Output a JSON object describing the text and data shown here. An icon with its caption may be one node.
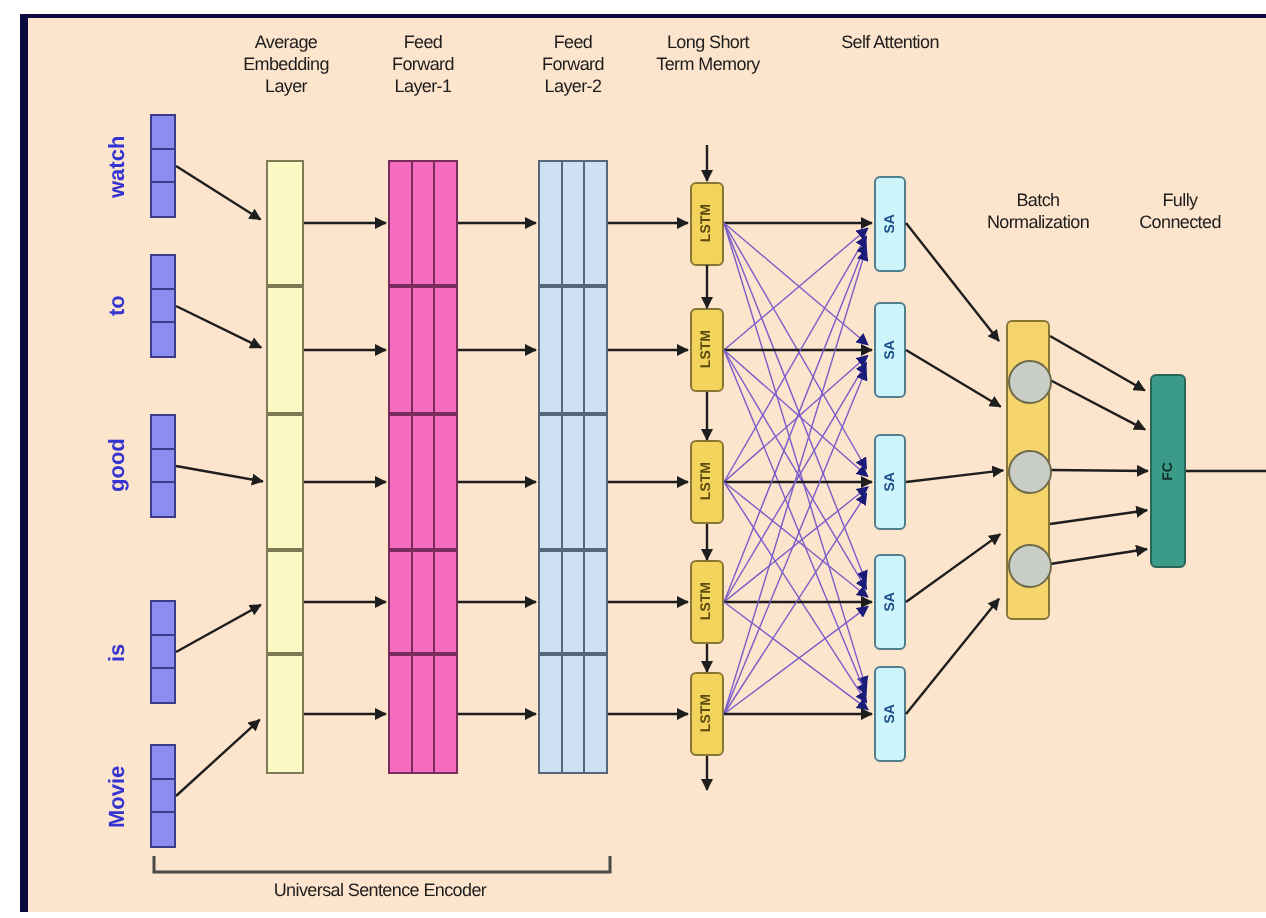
{
  "diagram": {
    "nodes": [
      {
        "text": [
          "watch"
        ]
      },
      {
        "text": [
          "to"
        ]
      },
      {
        "text": [
          "good"
        ]
      },
      {
        "text": [
          "is"
        ]
      },
      {
        "text": [
          "Movie"
        ]
      },
      {
        "text": [
          "Average Embedding Layer"
        ]
      },
      {
        "text": [],
        "shape": "box",
        "in": 5
      },
      {
        "text": [],
        "shape": "box",
        "in": 5
      },
      {
        "text": [],
        "shape": "box",
        "in": 5
      },
      {
        "text": [],
        "shape": "box",
        "in": 5
      },
      {
        "text": [],
        "shape": "box",
        "in": 5
      },
      {
        "text": [
          "Feed Forward Layer-1"
        ]
      },
      {
        "text": [],
        "shape": "box",
        "in": 11
      },
      {
        "text": [],
        "shape": "box",
        "in": 11
      },
      {
        "text": [],
        "shape": "box",
        "in": 11
      },
      {
        "text": [],
        "shape": "box",
        "in": 11
      },
      {
        "text": [],
        "shape": "box",
        "in": 11
      },
      {
        "text": [
          "Feed Forward Layer-2"
        ]
      },
      {
        "text": [],
        "shape": "box",
        "in": 17
      },
      {
        "text": [],
        "shape": "box",
        "in": 17
      },
      {
        "text": [],
        "shape": "box",
        "in": 17
      },
      {
        "text": [],
        "shape": "box",
        "in": 17
      },
      {
        "text": [],
        "shape": "box",
        "in": 17
      },
      {
        "text": [
          "LSTM"
        ]
      },
      {
        "text": [
          "LSTM"
        ]
      },
      {
        "text": [
          "LSTM"
        ]
      },
      {
        "text": [
          "LSTM"
        ]
      },
      {
        "text": [
          "LSTM"
        ]
      },
      {
        "text": [
          "SA"
        ]
      },
      {
        "text": [
          "SA"
        ]
      },
      {
        "text": [
          "SA"
        ]
      },
      {
        "text": [
          "SA"
        ]
      },
      {
        "text": [
          "SA"
        ]
      },
      {
        "text": [],
        "shape": "box"
      },
      {
        "text": [],
        "shape": "circle",
        "in": 33
      },
      {
        "text": [],
        "shape": "circle",
        "in": 33
      },
      {
        "text": [],
        "shape": "circle",
        "in": 33
      },
      {
        "text": [
          "FC"
        ]
      }
    ],
    "edges": [
      {
        "from": 0,
        "to": 6,
        "arrow": "to"
      },
      {
        "from": 1,
        "to": 7,
        "arrow": "to"
      },
      {
        "from": 2,
        "to": 8,
        "arrow": "to"
      },
      {
        "from": 3,
        "to": 9,
        "arrow": "to"
      },
      {
        "from": 4,
        "to": 10,
        "arrow": "to"
      },
      {
        "from": 6,
        "to": 12,
        "arrow": "to"
      },
      {
        "from": 7,
        "to": 13,
        "arrow": "to"
      },
      {
        "from": 8,
        "to": 14,
        "arrow": "to"
      },
      {
        "from": 9,
        "to": 15,
        "arrow": "to"
      },
      {
        "from": 10,
        "to": 16,
        "arrow": "to"
      },
      {
        "from": 12,
        "to": 18,
        "arrow": "to"
      },
      {
        "from": 13,
        "to": 19,
        "arrow": "to"
      },
      {
        "from": 14,
        "to": 20,
        "arrow": "to"
      },
      {
        "from": 15,
        "to": 21,
        "arrow": "to"
      },
      {
        "from": 16,
        "to": 22,
        "arrow": "to"
      },
      {
        "from": 18,
        "to": 23,
        "arrow": "to"
      },
      {
        "from": 19,
        "to": 24,
        "arrow": "to"
      },
      {
        "from": 20,
        "to": 25,
        "arrow": "to"
      },
      {
        "from": 21,
        "to": 26,
        "arrow": "to"
      },
      {
        "from": 22,
        "to": 27,
        "arrow": "to"
      },
      {
        "from": null,
        "to": 23,
        "arrow": "to"
      },
      {
        "from": 23,
        "to": 24,
        "arrow": "to"
      },
      {
        "from": 24,
        "to": 25,
        "arrow": "to"
      },
      {
        "from": 25,
        "to": 26,
        "arrow": "to"
      },
      {
        "from": 26,
        "to": 27,
        "arrow": "to"
      },
      {
        "from": 27,
        "to": null,
        "arrow": "to"
      },
      {
        "from": 23,
        "to": 28,
        "arrow": "to"
      },
      {
        "from": 23,
        "to": 29,
        "arrow": "to",
        "color": "#7a5cc8"
      },
      {
        "from": 23,
        "to": 30,
        "arrow": "to",
        "color": "#7a5cc8"
      },
      {
        "from": 23,
        "to": 31,
        "arrow": "to",
        "color": "#7a5cc8"
      },
      {
        "from": 23,
        "to": 32,
        "arrow": "to",
        "color": "#7a5cc8"
      },
      {
        "from": 24,
        "to": 28,
        "arrow": "to",
        "color": "#7a5cc8"
      },
      {
        "from": 24,
        "to": 29,
        "arrow": "to"
      },
      {
        "from": 24,
        "to": 30,
        "arrow": "to",
        "color": "#7a5cc8"
      },
      {
        "from": 24,
        "to": 31,
        "arrow": "to",
        "color": "#7a5cc8"
      },
      {
        "from": 24,
        "to": 32,
        "arrow": "to",
        "color": "#7a5cc8"
      },
      {
        "from": 25,
        "to": 28,
        "arrow": "to",
        "color": "#7a5cc8"
      },
      {
        "from": 25,
        "to": 29,
        "arrow": "to",
        "color": "#7a5cc8"
      },
      {
        "from": 25,
        "to": 30,
        "arrow": "to"
      },
      {
        "from": 25,
        "to": 31,
        "arrow": "to",
        "color": "#7a5cc8"
      },
      {
        "from": 25,
        "to": 32,
        "arrow": "to",
        "color": "#7a5cc8"
      },
      {
        "from": 26,
        "to": 28,
        "arrow": "to",
        "color": "#7a5cc8"
      },
      {
        "from": 26,
        "to": 29,
        "arrow": "to",
        "color": "#7a5cc8"
      },
      {
        "from": 26,
        "to": 30,
        "arrow": "to",
        "color": "#7a5cc8"
      },
      {
        "from": 26,
        "to": 31,
        "arrow": "to"
      },
      {
        "from": 26,
        "to": 32,
        "arrow": "to",
        "color": "#7a5cc8"
      },
      {
        "from": 27,
        "to": 28,
        "arrow": "to",
        "color": "#7a5cc8"
      },
      {
        "from": 27,
        "to": 29,
        "arrow": "to",
        "color": "#7a5cc8"
      },
      {
        "from": 27,
        "to": 30,
        "arrow": "to",
        "color": "#7a5cc8"
      },
      {
        "from": 27,
        "to": 31,
        "arrow": "to",
        "color": "#7a5cc8"
      },
      {
        "from": 27,
        "to": 32,
        "arrow": "to"
      },
      {
        "from": 28,
        "to": 33,
        "arrow": "to"
      },
      {
        "from": 29,
        "to": 33,
        "arrow": "to"
      },
      {
        "from": 30,
        "to": 33,
        "arrow": "to"
      },
      {
        "from": 31,
        "to": 33,
        "arrow": "to"
      },
      {
        "from": 32,
        "to": 33,
        "arrow": "to"
      },
      {
        "from": 33,
        "to": 37,
        "arrow": "to"
      },
      {
        "from": 34,
        "to": 37,
        "arrow": "to"
      },
      {
        "from": 35,
        "to": 37,
        "arrow": "to"
      },
      {
        "from": 33,
        "to": 37,
        "arrow": "to"
      },
      {
        "from": 36,
        "to": 37,
        "arrow": "to"
      },
      {
        "from": 37,
        "to": null,
        "arrow": "none"
      }
    ],
    "labels": [
      "Long Short Term Memory",
      "Self Attention",
      "Batch Normalization",
      "Fully Connected",
      "Universal Sentence Encoder"
    ]
  }
}
